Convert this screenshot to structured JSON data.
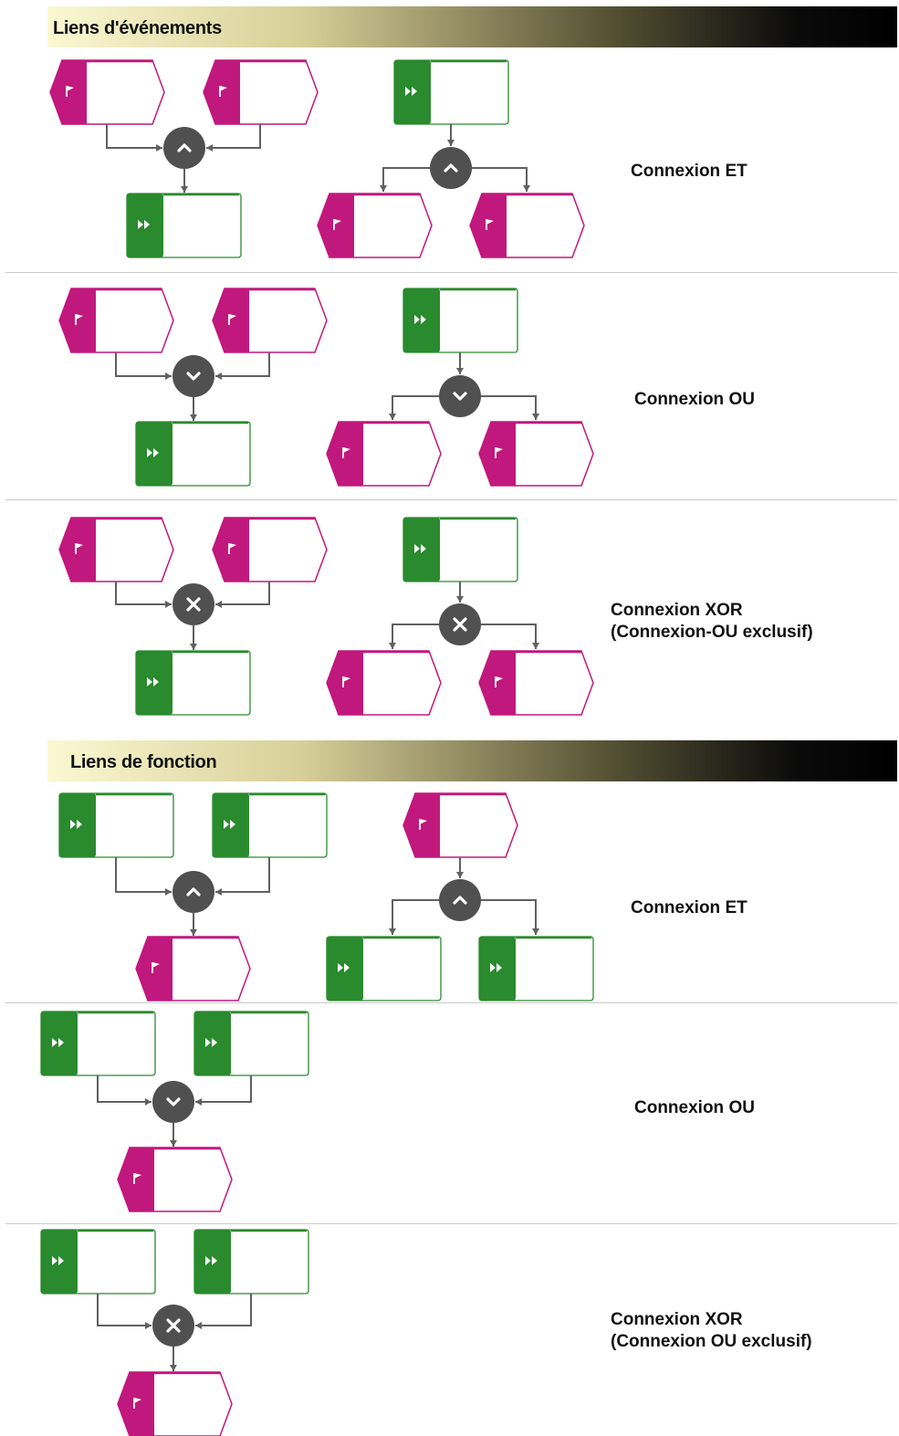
{
  "sections": {
    "events": {
      "title": "Liens d'événements"
    },
    "functions": {
      "title": "Liens de fonction"
    }
  },
  "rows": [
    {
      "label_lines": [
        "Connexion ET"
      ],
      "operator": "and"
    },
    {
      "label_lines": [
        "Connexion OU"
      ],
      "operator": "or"
    },
    {
      "label_lines": [
        "Connexion XOR",
        "(Connexion-OU exclusif)"
      ],
      "operator": "xor"
    },
    {
      "label_lines": [
        "Connexion ET"
      ],
      "operator": "and"
    },
    {
      "label_lines": [
        "Connexion OU"
      ],
      "operator": "or"
    },
    {
      "label_lines": [
        "Connexion XOR",
        "(Connexion OU exclusif)"
      ],
      "operator": "xor"
    }
  ],
  "colors": {
    "event": "#c0187d",
    "function": "#2a8a2e",
    "connector": "#505050",
    "line": "#606060"
  },
  "icons": {
    "event": "flag-icon",
    "function": "fast-forward-icon",
    "and": "caret-up-icon",
    "or": "chevron-down-icon",
    "xor": "x-icon"
  }
}
